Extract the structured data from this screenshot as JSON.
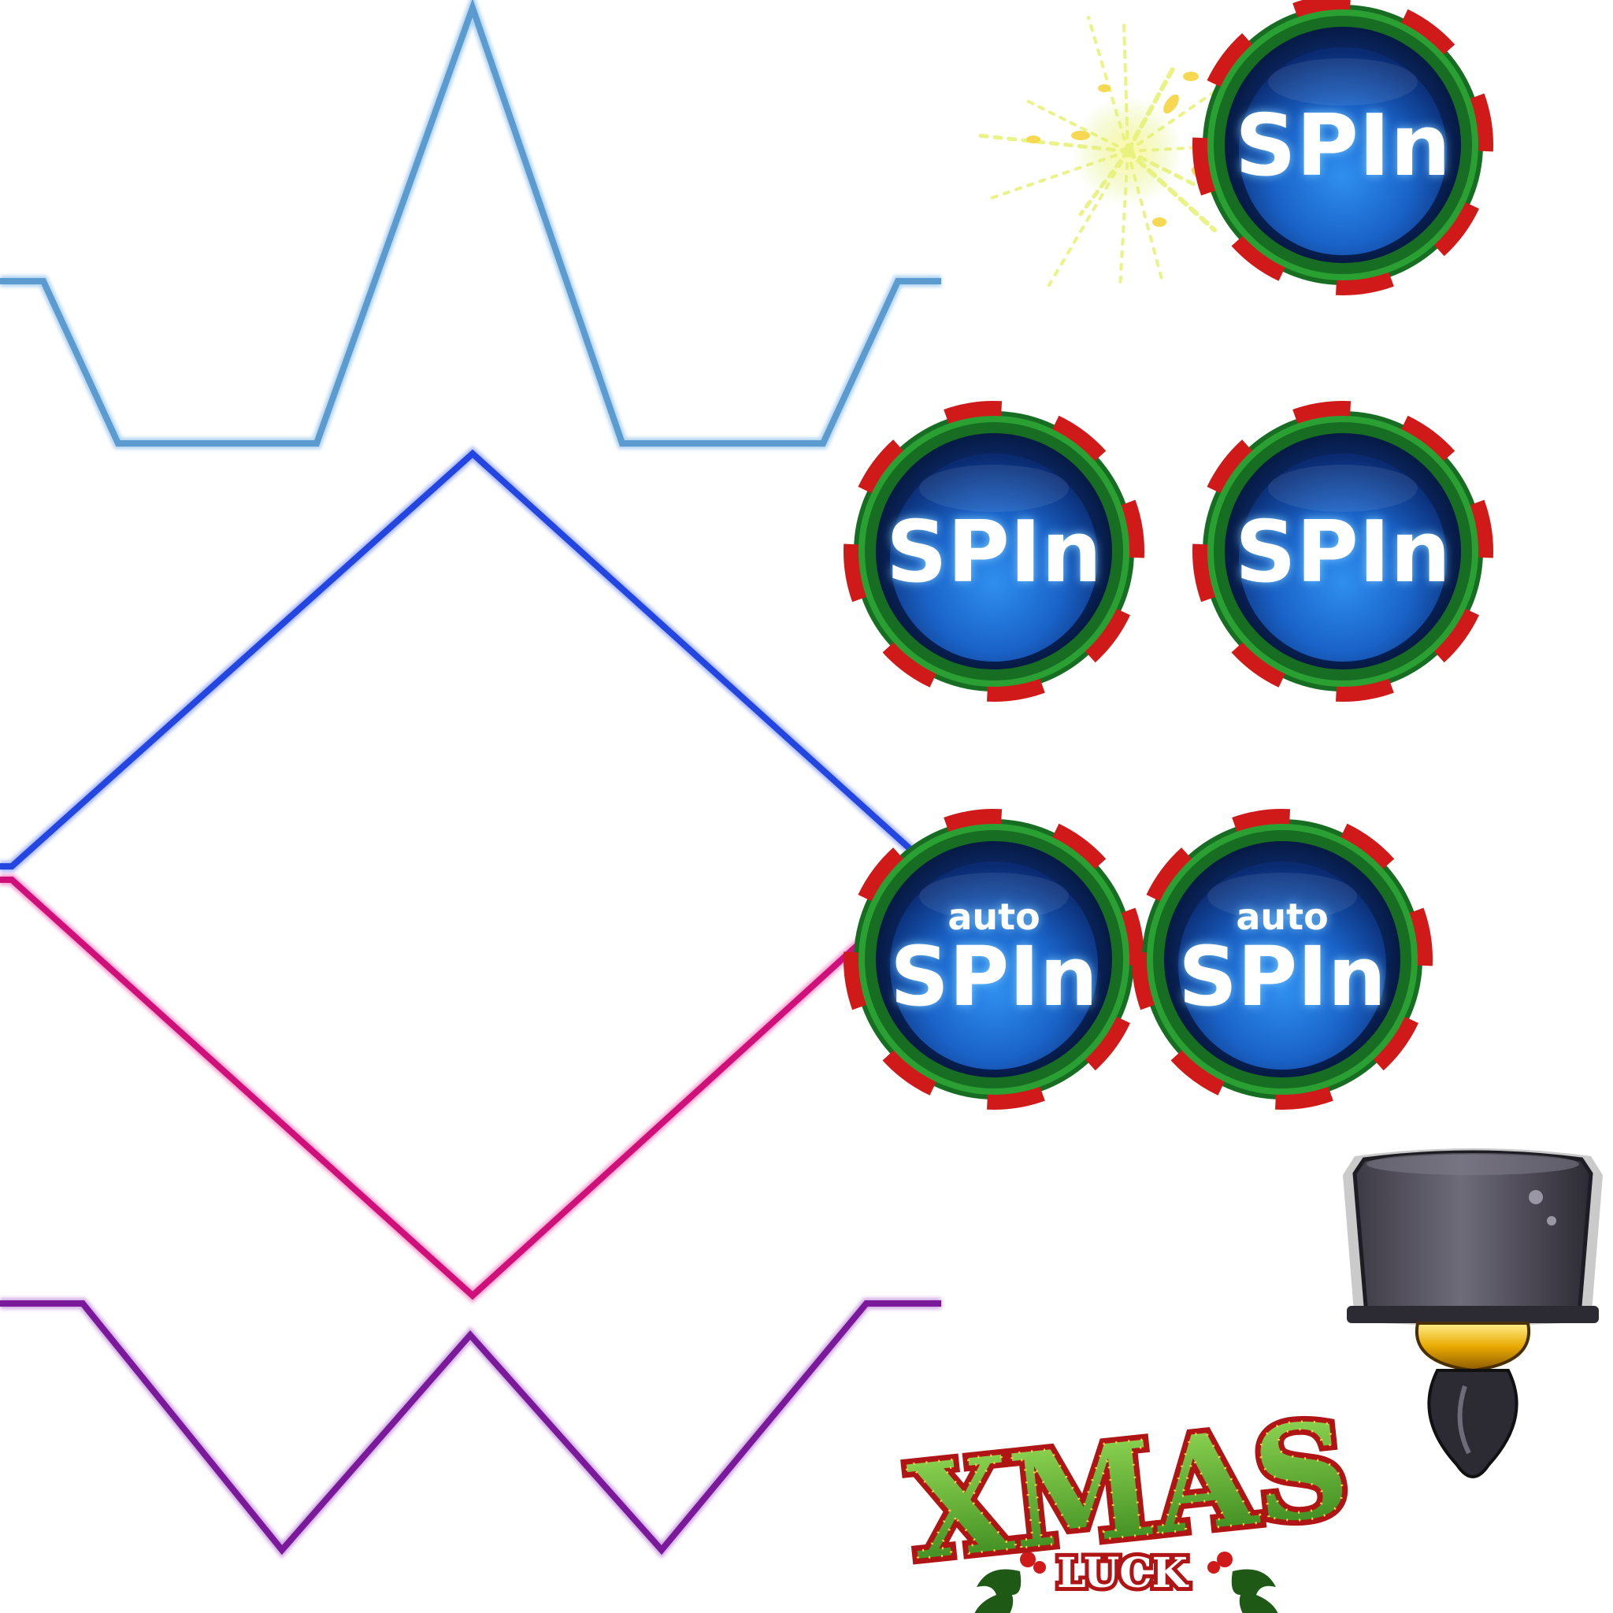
{
  "sprite_sheet": {
    "paylines": [
      {
        "name": "payline-peak",
        "color": "#5b9bd0"
      },
      {
        "name": "payline-diamond-top",
        "color": "#2446e0"
      },
      {
        "name": "payline-diamond-bottom",
        "color": "#d0107a"
      },
      {
        "name": "payline-w",
        "color": "#7a1a9a"
      }
    ],
    "buttons": {
      "spin_label": "SPIn",
      "auto_label": "auto",
      "auto_spin_label": "SPIn",
      "colors": {
        "center": "#1f7bd8",
        "edge": "#0b2f7a",
        "ring_green": "#1c8a2a",
        "ring_red": "#d01a1a"
      }
    },
    "logo": {
      "title": "XMAS",
      "subtitle": "LUCK",
      "colors": {
        "letters": "#5ab82c",
        "outline": "#b01515",
        "bulbs": "#ffd24a"
      }
    },
    "icons": [
      "sparkle-burst-icon",
      "reel-pointer-icon",
      "holly-icon"
    ]
  }
}
